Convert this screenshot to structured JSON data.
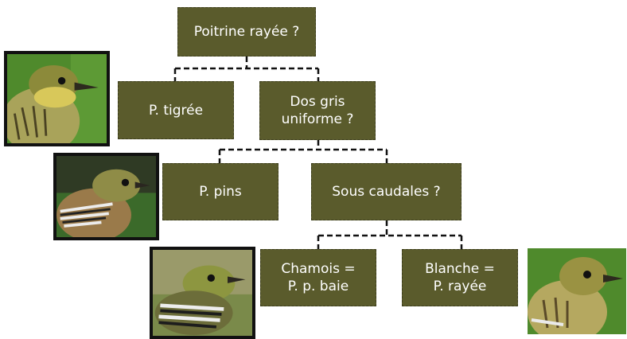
{
  "diagram": {
    "nodes": {
      "root": "Poitrine rayée ?",
      "tigree": "P. tigrée",
      "dos_gris": "Dos gris\nuniforme ?",
      "pins": "P. pins",
      "sous_caudales": "Sous caudales ?",
      "chamois": "Chamois =\nP. p. baie",
      "blanche": "Blanche =\nP. rayée"
    },
    "colors": {
      "node_fill": "#5a5b2c",
      "node_text": "#ffffff",
      "connector": "#111111",
      "photo_border": "#111111"
    },
    "photos": [
      {
        "icon": "warbler-photo-streaked-yellow"
      },
      {
        "icon": "warbler-photo-olive-gray"
      },
      {
        "icon": "warbler-photo-greenish-wingbars"
      },
      {
        "icon": "warbler-photo-yellow-streaked-right"
      }
    ]
  }
}
